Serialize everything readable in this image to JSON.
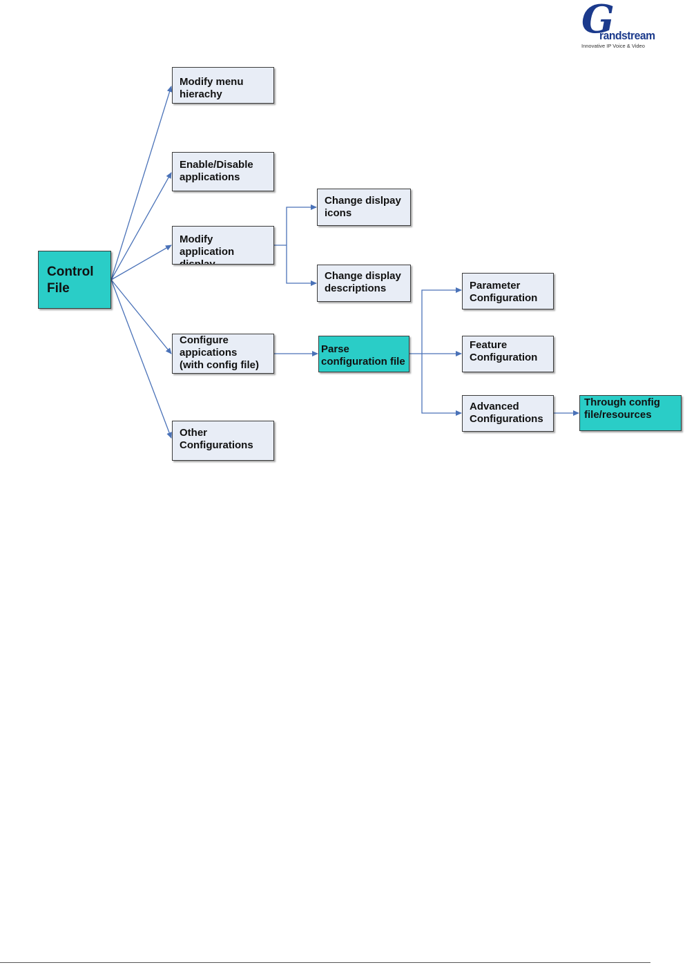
{
  "logo": {
    "brand": "Grandstream",
    "initial": "G",
    "rest": "randstream",
    "tagline": "Innovative IP Voice & Video"
  },
  "diagram": {
    "edge_color": "#4a72b8",
    "teal_color": "#2acdc7",
    "box_color": "#e8edf6",
    "nodes": {
      "root": "Control\nFile",
      "modify_menu": "Modify menu\nhierachy",
      "enable_disable": "Enable/Disable\napplications",
      "modify_display": "Modify application\ndisplay",
      "configure_apps": "Configure\nappications\n(with config file)",
      "other": "Other\nConfigurations",
      "change_icons": "Change dislpay\nicons",
      "change_desc": "Change display\ndescriptions",
      "parse": "Parse\nconfiguration file",
      "parameter": "Parameter\nConfiguration",
      "feature": "Feature\nConfiguration",
      "advanced": "Advanced\nConfigurations",
      "through": "Through config\nfile/resources"
    },
    "edges": [
      [
        "root",
        "modify_menu"
      ],
      [
        "root",
        "enable_disable"
      ],
      [
        "root",
        "modify_display"
      ],
      [
        "root",
        "configure_apps"
      ],
      [
        "root",
        "other"
      ],
      [
        "modify_display",
        "change_icons"
      ],
      [
        "modify_display",
        "change_desc"
      ],
      [
        "configure_apps",
        "parse"
      ],
      [
        "parse",
        "parameter"
      ],
      [
        "parse",
        "feature"
      ],
      [
        "parse",
        "advanced"
      ],
      [
        "advanced",
        "through"
      ]
    ]
  }
}
